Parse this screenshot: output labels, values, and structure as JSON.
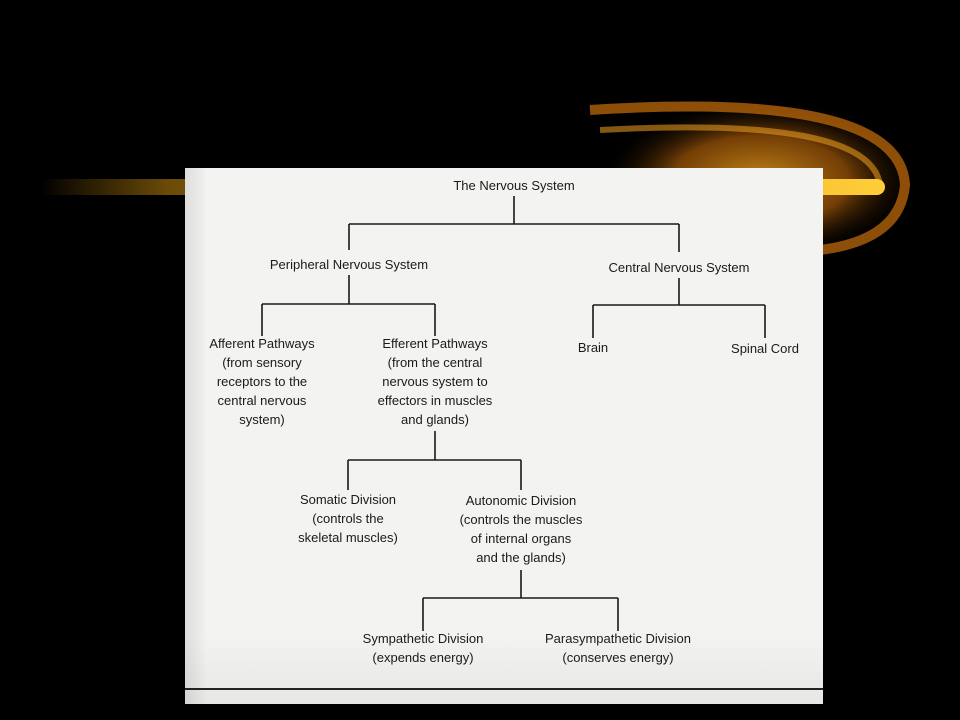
{
  "colors": {
    "slide_background": "#000000",
    "flare_accent": "#f5b21a",
    "paper": "#f3f3f1",
    "ink": "#1a1a1a"
  },
  "diagram": {
    "nodes": {
      "nervous_system": "The Nervous System",
      "peripheral": "Peripheral Nervous System",
      "central": "Central Nervous System",
      "afferent": "Afferent Pathways\n(from sensory\nreceptors to the\ncentral nervous\nsystem)",
      "efferent": "Efferent Pathways\n(from the central\nnervous system to\neffectors in muscles\nand glands)",
      "brain": "Brain",
      "spinal_cord": "Spinal Cord",
      "somatic": "Somatic Division\n(controls the\nskeletal muscles)",
      "autonomic": "Autonomic Division\n(controls the muscles\nof internal organs\nand the glands)",
      "sympathetic": "Sympathetic Division\n(expends energy)",
      "parasympathetic": "Parasympathetic Division\n(conserves energy)"
    }
  }
}
